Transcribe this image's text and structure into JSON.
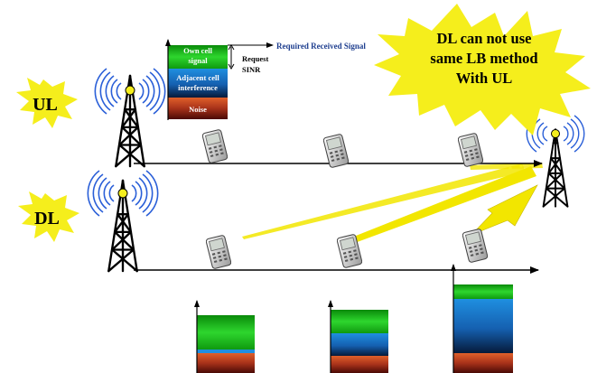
{
  "badges": {
    "ul": "UL",
    "dl": "DL"
  },
  "callout": {
    "line1": "DL can not use",
    "line2": "same LB method",
    "line3": "With UL"
  },
  "signal_stack": {
    "own_line1": "Own cell",
    "own_line2": "signal",
    "adj_line1": "Adjacent cell",
    "adj_line2": "interference",
    "noise": "Noise",
    "request_line1": "Request",
    "request_line2": "SINR",
    "required_signal": "Required Received Signal"
  },
  "colors": {
    "star_yellow": "#f5ee1c",
    "beam_yellow": "#f2e600",
    "signal_green": "#1aa81a",
    "interference_blue": "#1e7fd6",
    "noise_red": "#b83a1a",
    "wave_blue": "#2a5fd8",
    "link_text": "#1f3f8f"
  },
  "icons": [
    "cell-tower-icon",
    "mobile-phone-icon",
    "radio-wave-icon",
    "starburst-icon"
  ]
}
